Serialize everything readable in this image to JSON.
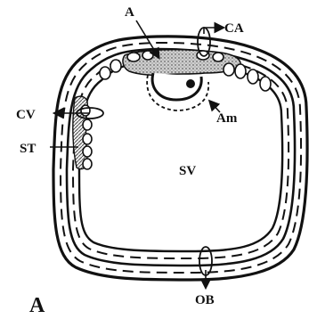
{
  "figure": {
    "panel_label": "A",
    "labels": {
      "a": "A",
      "ca": "CA",
      "am": "Am",
      "cv": "CV",
      "st": "ST",
      "sv": "SV",
      "ob": "OB"
    }
  }
}
